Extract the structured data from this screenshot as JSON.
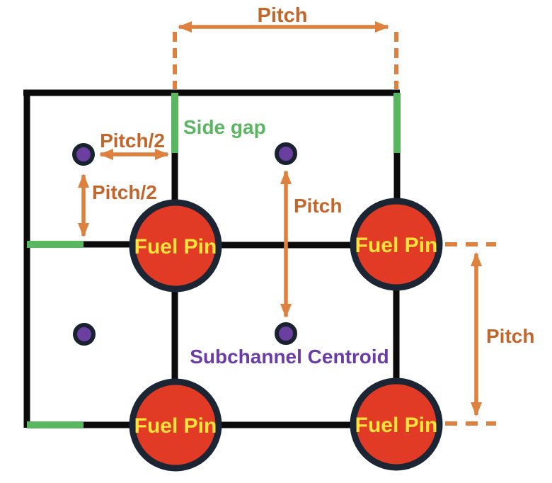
{
  "diagram": {
    "title_hint": "Square lattice fuel pin subchannel geometry",
    "labels": {
      "pitch_top": "Pitch",
      "pitch_half_horizontal": "Pitch/2",
      "pitch_half_vertical": "Pitch/2",
      "pitch_middle": "Pitch",
      "pitch_right": "Pitch",
      "side_gap": "Side gap",
      "subchannel_centroid": "Subchannel Centroid",
      "fuel_pin": "Fuel Pin"
    },
    "fuel_pin_count": 4,
    "subchannel_centroid_count": 4
  },
  "colors": {
    "background": "#ffffff",
    "line_black": "#0b0b0b",
    "pin_fill": "#e23b25",
    "pin_stroke": "#1b2533",
    "pin_label": "#ffe23c",
    "centroid_fill": "#6b3fa0",
    "centroid_stroke": "#19222f",
    "centroid_label": "#6a3da6",
    "arrow": "#de813f",
    "dim_label": "#c2662b",
    "side_gap_green": "#5bb661"
  }
}
